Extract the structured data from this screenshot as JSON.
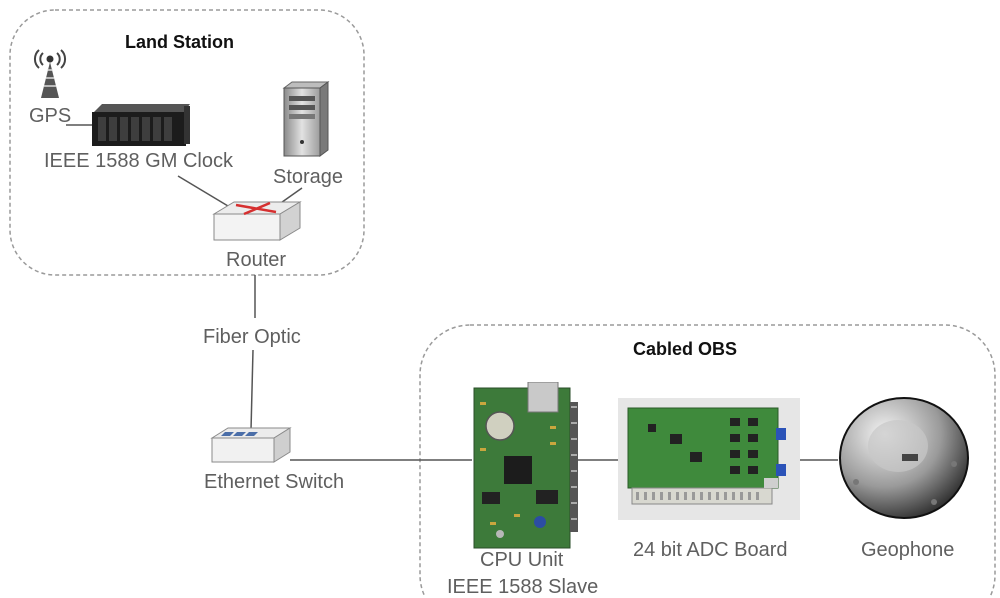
{
  "land_station": {
    "title": "Land Station",
    "gps_label": "GPS",
    "clock_label": "IEEE 1588 GM Clock",
    "storage_label": "Storage",
    "router_label": "Router"
  },
  "link": {
    "fiber_label": "Fiber Optic",
    "switch_label": "Ethernet Switch"
  },
  "cabled_obs": {
    "title": "Cabled OBS",
    "cpu_label_line1": "CPU Unit",
    "cpu_label_line2": "IEEE 1588 Slave",
    "adc_label": "24 bit ADC Board",
    "geophone_label": "Geophone"
  },
  "colors": {
    "box_border": "#9a9a9a",
    "connector": "#555555",
    "text": "#5f5f5f",
    "title": "#111111",
    "pcb_green": "#3d7a3a",
    "router_x": "#d63030"
  }
}
